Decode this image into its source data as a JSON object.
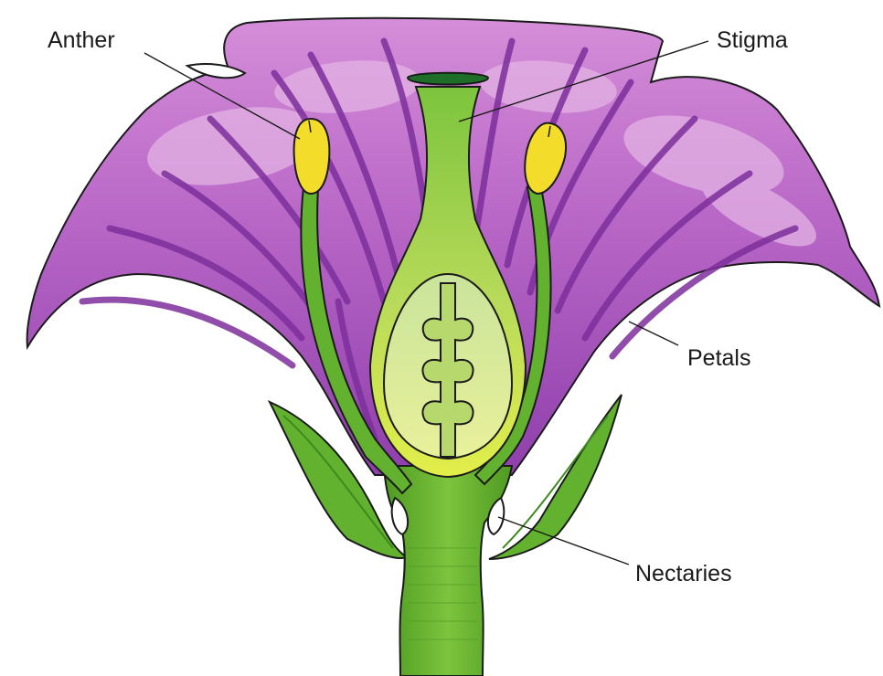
{
  "labels": {
    "anther": "Anther",
    "stigma": "Stigma",
    "petals": "Petals",
    "nectaries": "Nectaries"
  },
  "colors": {
    "petal": "#b45fc4",
    "petal_light": "#d9a0dd",
    "petal_dark": "#8a3aa6",
    "petal_vein": "#7d2f9c",
    "stem": "#5fae2e",
    "stem_dark": "#3e8a1f",
    "ovary_fill": "#cde596",
    "ovary_core": "#e4f19e",
    "anther": "#f3dc2a",
    "stigma_tip": "#1e6e2a"
  }
}
